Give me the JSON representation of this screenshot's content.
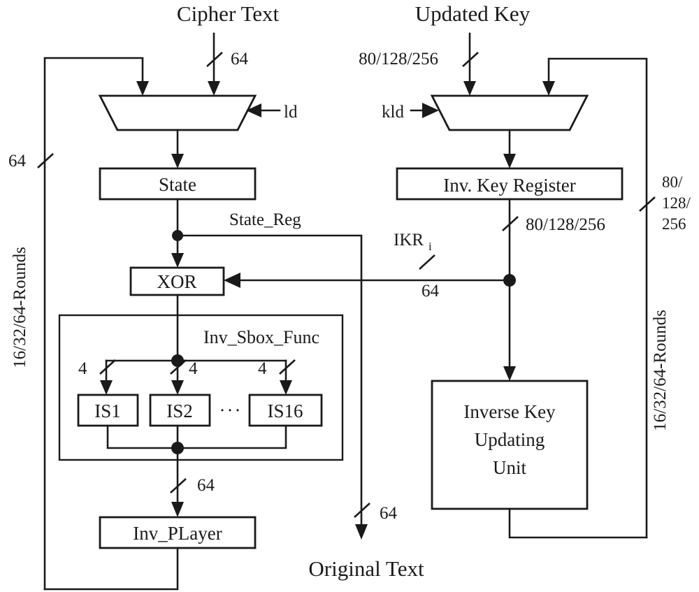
{
  "diagram": {
    "title": "Inverse (decryption) datapath block diagram",
    "colors": {
      "line": "#1a1a1a",
      "background": "#ffffff",
      "fill": "#ffffff"
    },
    "io_labels": {
      "cipher_text": "Cipher Text",
      "updated_key": "Updated Key",
      "original_text": "Original Text"
    },
    "control_signals": {
      "ld": "ld",
      "kld": "kld"
    },
    "blocks": {
      "state": "State",
      "xor": "XOR",
      "inv_sbox_func": "Inv_Sbox_Func",
      "inv_player": "Inv_PLayer",
      "inv_key_register": "Inv. Key Register",
      "inverse_key_updating_unit_line1": "Inverse Key",
      "inverse_key_updating_unit_line2": "Updating",
      "inverse_key_updating_unit_line3": "Unit",
      "sbox_cells": [
        "IS1",
        "IS2",
        "IS16"
      ],
      "sbox_ellipsis": "···"
    },
    "bus_widths": {
      "cipher_in": "64",
      "left_feedback": "64",
      "sbox_in": "4",
      "sbox_out_bus": "64",
      "original_text_out": "64",
      "key_in": "80/128/256",
      "key_reg_out": "80/128/256",
      "ikr_bus": "64",
      "right_feedback_line1": "80/",
      "right_feedback_line2": "128/",
      "right_feedback_line3": "256"
    },
    "net_labels": {
      "state_reg": "State_Reg",
      "ikr_base": "IKR",
      "ikr_subscript": "i"
    },
    "loop_labels": {
      "left_rounds": "16/32/64-Rounds",
      "right_rounds": "16/32/64-Rounds"
    }
  }
}
